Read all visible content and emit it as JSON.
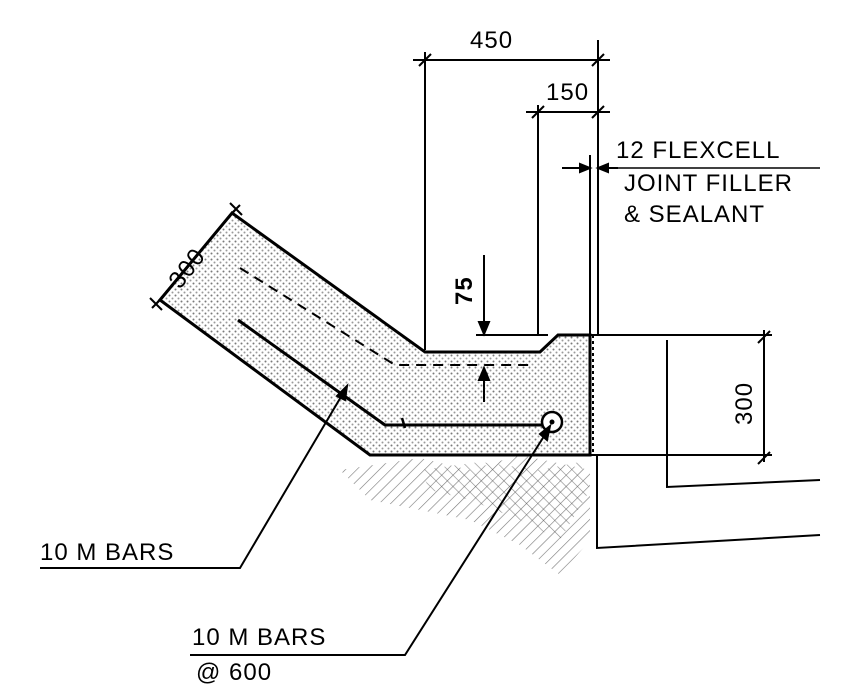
{
  "dimensions": {
    "top_width": "450",
    "top_inner": "150",
    "depth": "75",
    "slope_thickness": "300",
    "right_height": "300"
  },
  "notes": {
    "joint_line1": "12 FLEXCELL",
    "joint_line2": "JOINT FILLER",
    "joint_line3": "& SEALANT",
    "bars_left": "10 M BARS",
    "bars_bottom_line1": "10 M BARS",
    "bars_bottom_line2": "@ 600"
  },
  "colors": {
    "ink": "#000000",
    "concrete": "#d9d9d9"
  }
}
